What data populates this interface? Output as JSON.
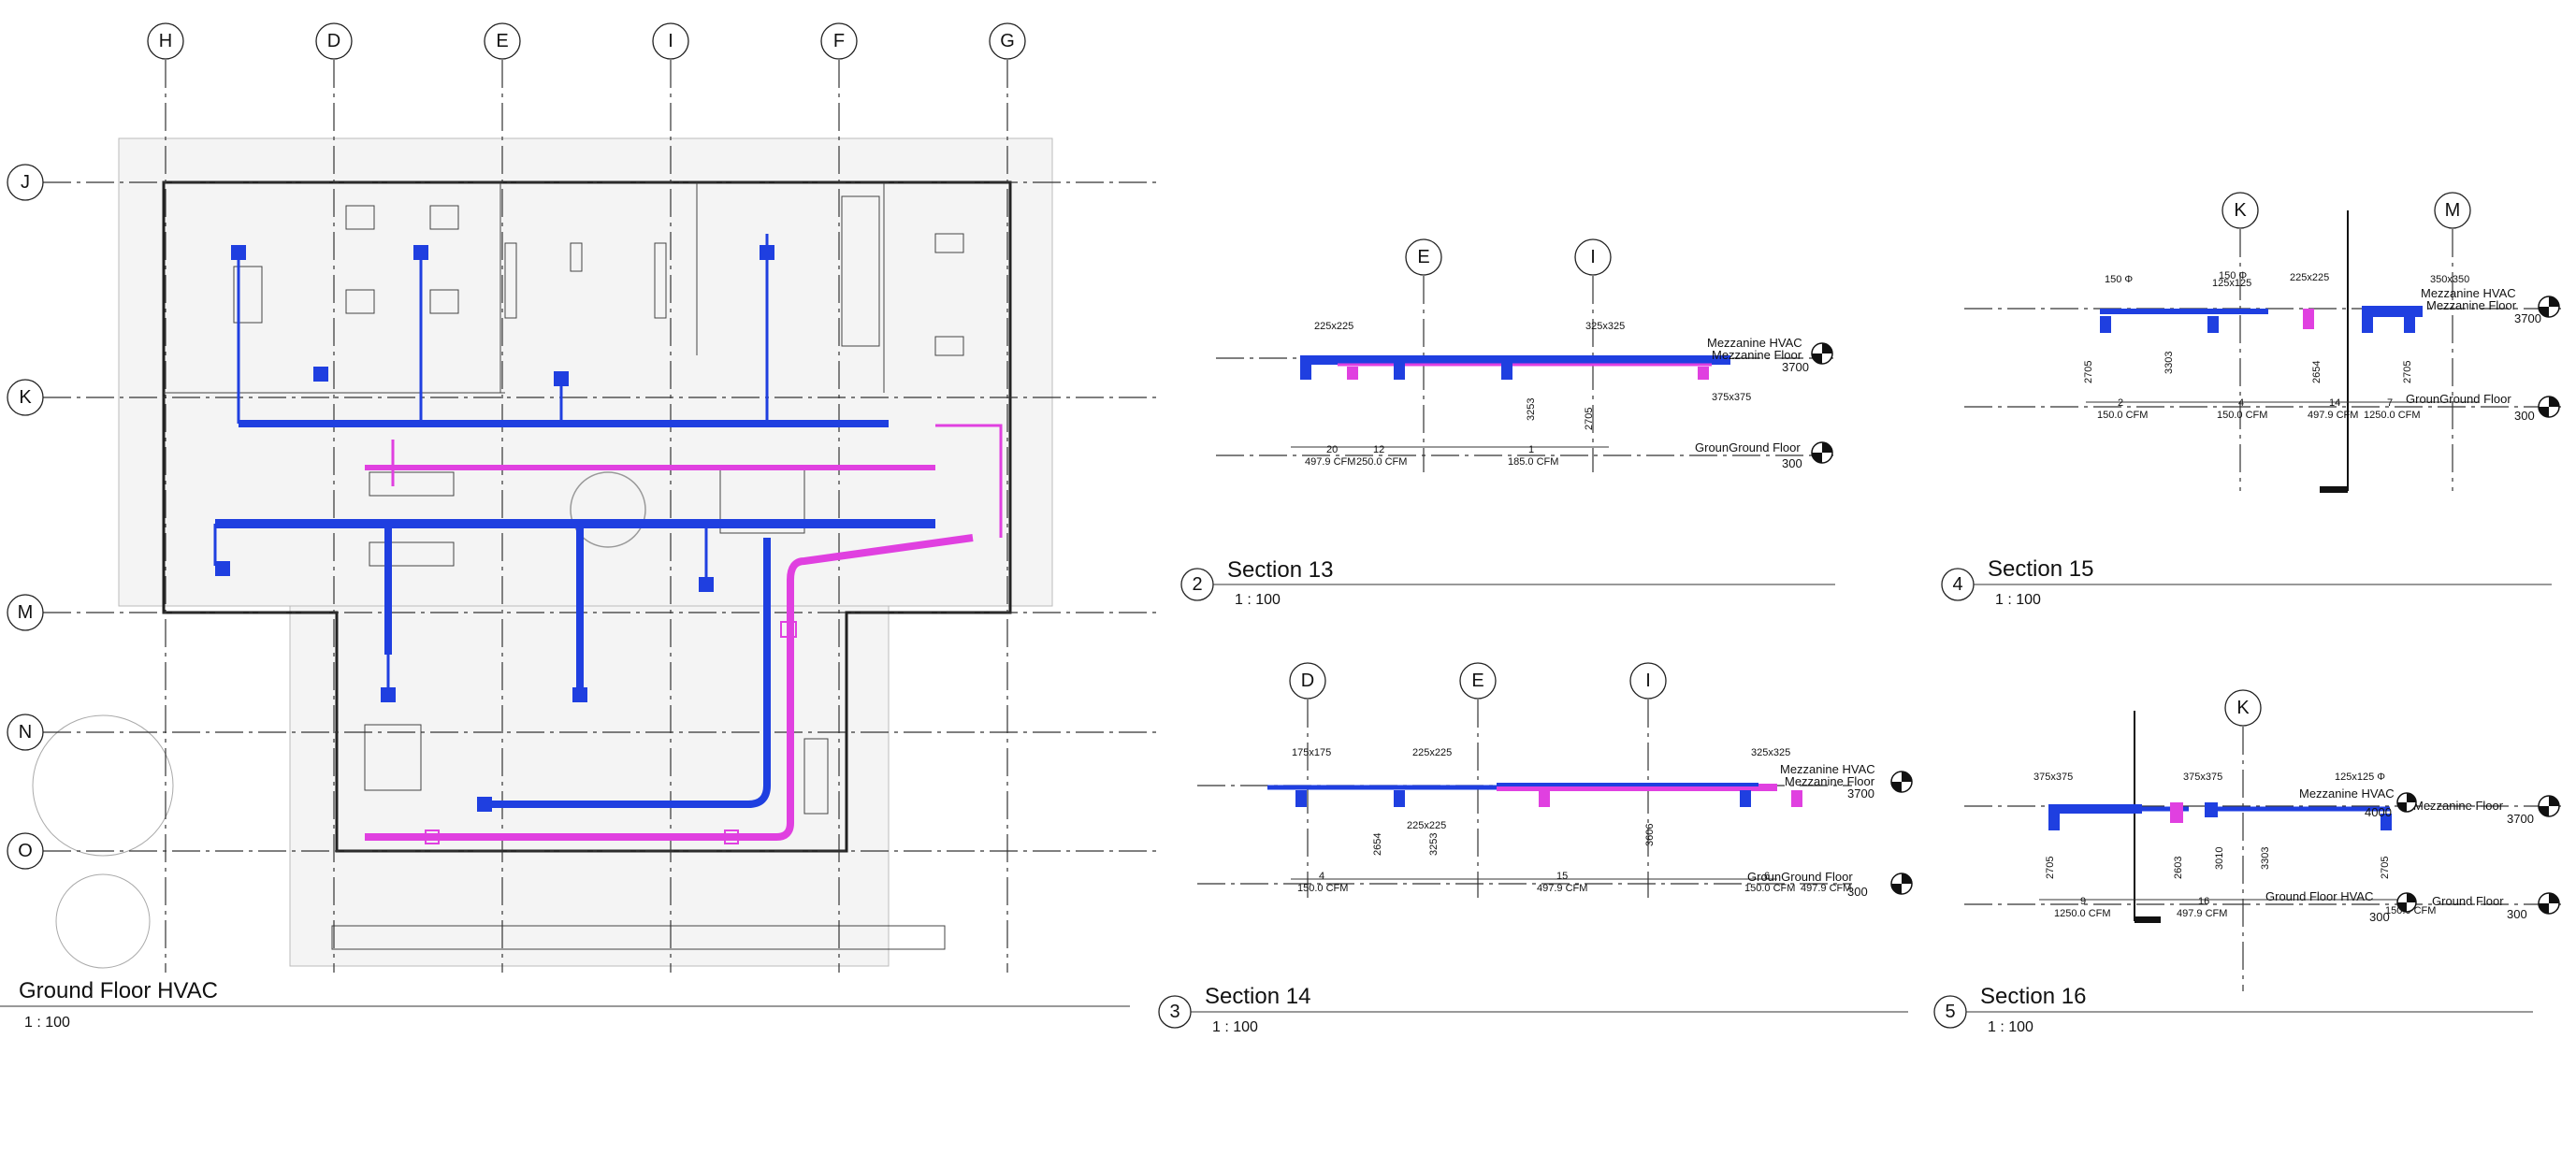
{
  "plan": {
    "title": "Ground Floor HVAC",
    "scale": "1 : 100",
    "grids_vertical": [
      "H",
      "D",
      "E",
      "I",
      "F",
      "G"
    ],
    "grids_horizontal": [
      "J",
      "K",
      "M",
      "N",
      "O"
    ]
  },
  "sections": [
    {
      "number": "2",
      "title": "Section 13",
      "scale": "1 : 100",
      "grids": [
        "E",
        "I"
      ],
      "sizes": [
        "225x225",
        "325x325",
        "375x375"
      ],
      "dims": [
        "3253",
        "2705"
      ],
      "levels": [
        {
          "name": "Mezzanine HVAC",
          "value": ""
        },
        {
          "name": "Mezzanine Floor",
          "value": "3700"
        },
        {
          "name": "GrounGround Floor",
          "value": "300"
        }
      ],
      "flows": [
        {
          "count": "20",
          "cfm": "497.9 CFM"
        },
        {
          "count": "12",
          "cfm": "250.0 CFM"
        },
        {
          "count": "1",
          "cfm": "185.0 CFM"
        }
      ]
    },
    {
      "number": "4",
      "title": "Section 15",
      "scale": "1 : 100",
      "grids": [
        "K",
        "M"
      ],
      "sizes": [
        "150 Φ",
        "150 Φ",
        "125x125",
        "225x225",
        "350x350"
      ],
      "dims": [
        "2705",
        "3303",
        "2654",
        "2705"
      ],
      "levels": [
        {
          "name": "Mezzanine HVAC",
          "value": ""
        },
        {
          "name": "Mezzanine Floor",
          "value": "3700"
        },
        {
          "name": "GrounGround Floor",
          "value": "300"
        }
      ],
      "flows": [
        {
          "count": "2",
          "cfm": "150.0 CFM"
        },
        {
          "count": "4",
          "cfm": "150.0 CFM"
        },
        {
          "count": "14",
          "cfm": "497.9 CFM"
        },
        {
          "count": "7",
          "cfm": "1250.0 CFM"
        }
      ]
    },
    {
      "number": "3",
      "title": "Section 14",
      "scale": "1 : 100",
      "grids": [
        "D",
        "E",
        "I"
      ],
      "sizes": [
        "175x175",
        "225x225",
        "225x225",
        "325x325"
      ],
      "dims": [
        "2654",
        "3253",
        "3606"
      ],
      "levels": [
        {
          "name": "Mezzanine HVAC",
          "value": ""
        },
        {
          "name": "Mezzanine Floor",
          "value": "3700"
        },
        {
          "name": "GrounGround Floor",
          "value": "300"
        }
      ],
      "flows": [
        {
          "count": "4",
          "cfm": "150.0 CFM"
        },
        {
          "count": "15",
          "cfm": "497.9 CFM"
        },
        {
          "count": "6",
          "cfm": "150.0 CFM"
        },
        {
          "count": "",
          "cfm": "497.9 CFM"
        }
      ]
    },
    {
      "number": "5",
      "title": "Section 16",
      "scale": "1 : 100",
      "grids": [
        "K"
      ],
      "sizes": [
        "375x375",
        "375x375",
        "125x125 Φ"
      ],
      "dims": [
        "2705",
        "2603",
        "3010",
        "3303",
        "2705"
      ],
      "levels": [
        {
          "name": "Mezzanine HVAC",
          "value": "4000"
        },
        {
          "name": "Mezzanine Floor",
          "value": "3700"
        },
        {
          "name": "Ground Floor HVAC",
          "value": "300"
        },
        {
          "name": "Ground Floor",
          "value": "300"
        }
      ],
      "flows": [
        {
          "count": "9",
          "cfm": "1250.0 CFM"
        },
        {
          "count": "16",
          "cfm": "497.9 CFM"
        },
        {
          "count": "",
          "cfm": "150.0 CFM"
        }
      ]
    }
  ],
  "colors": {
    "supply_duct": "#1f3fe0",
    "return_duct": "#e040e0",
    "linework": "#222222"
  }
}
